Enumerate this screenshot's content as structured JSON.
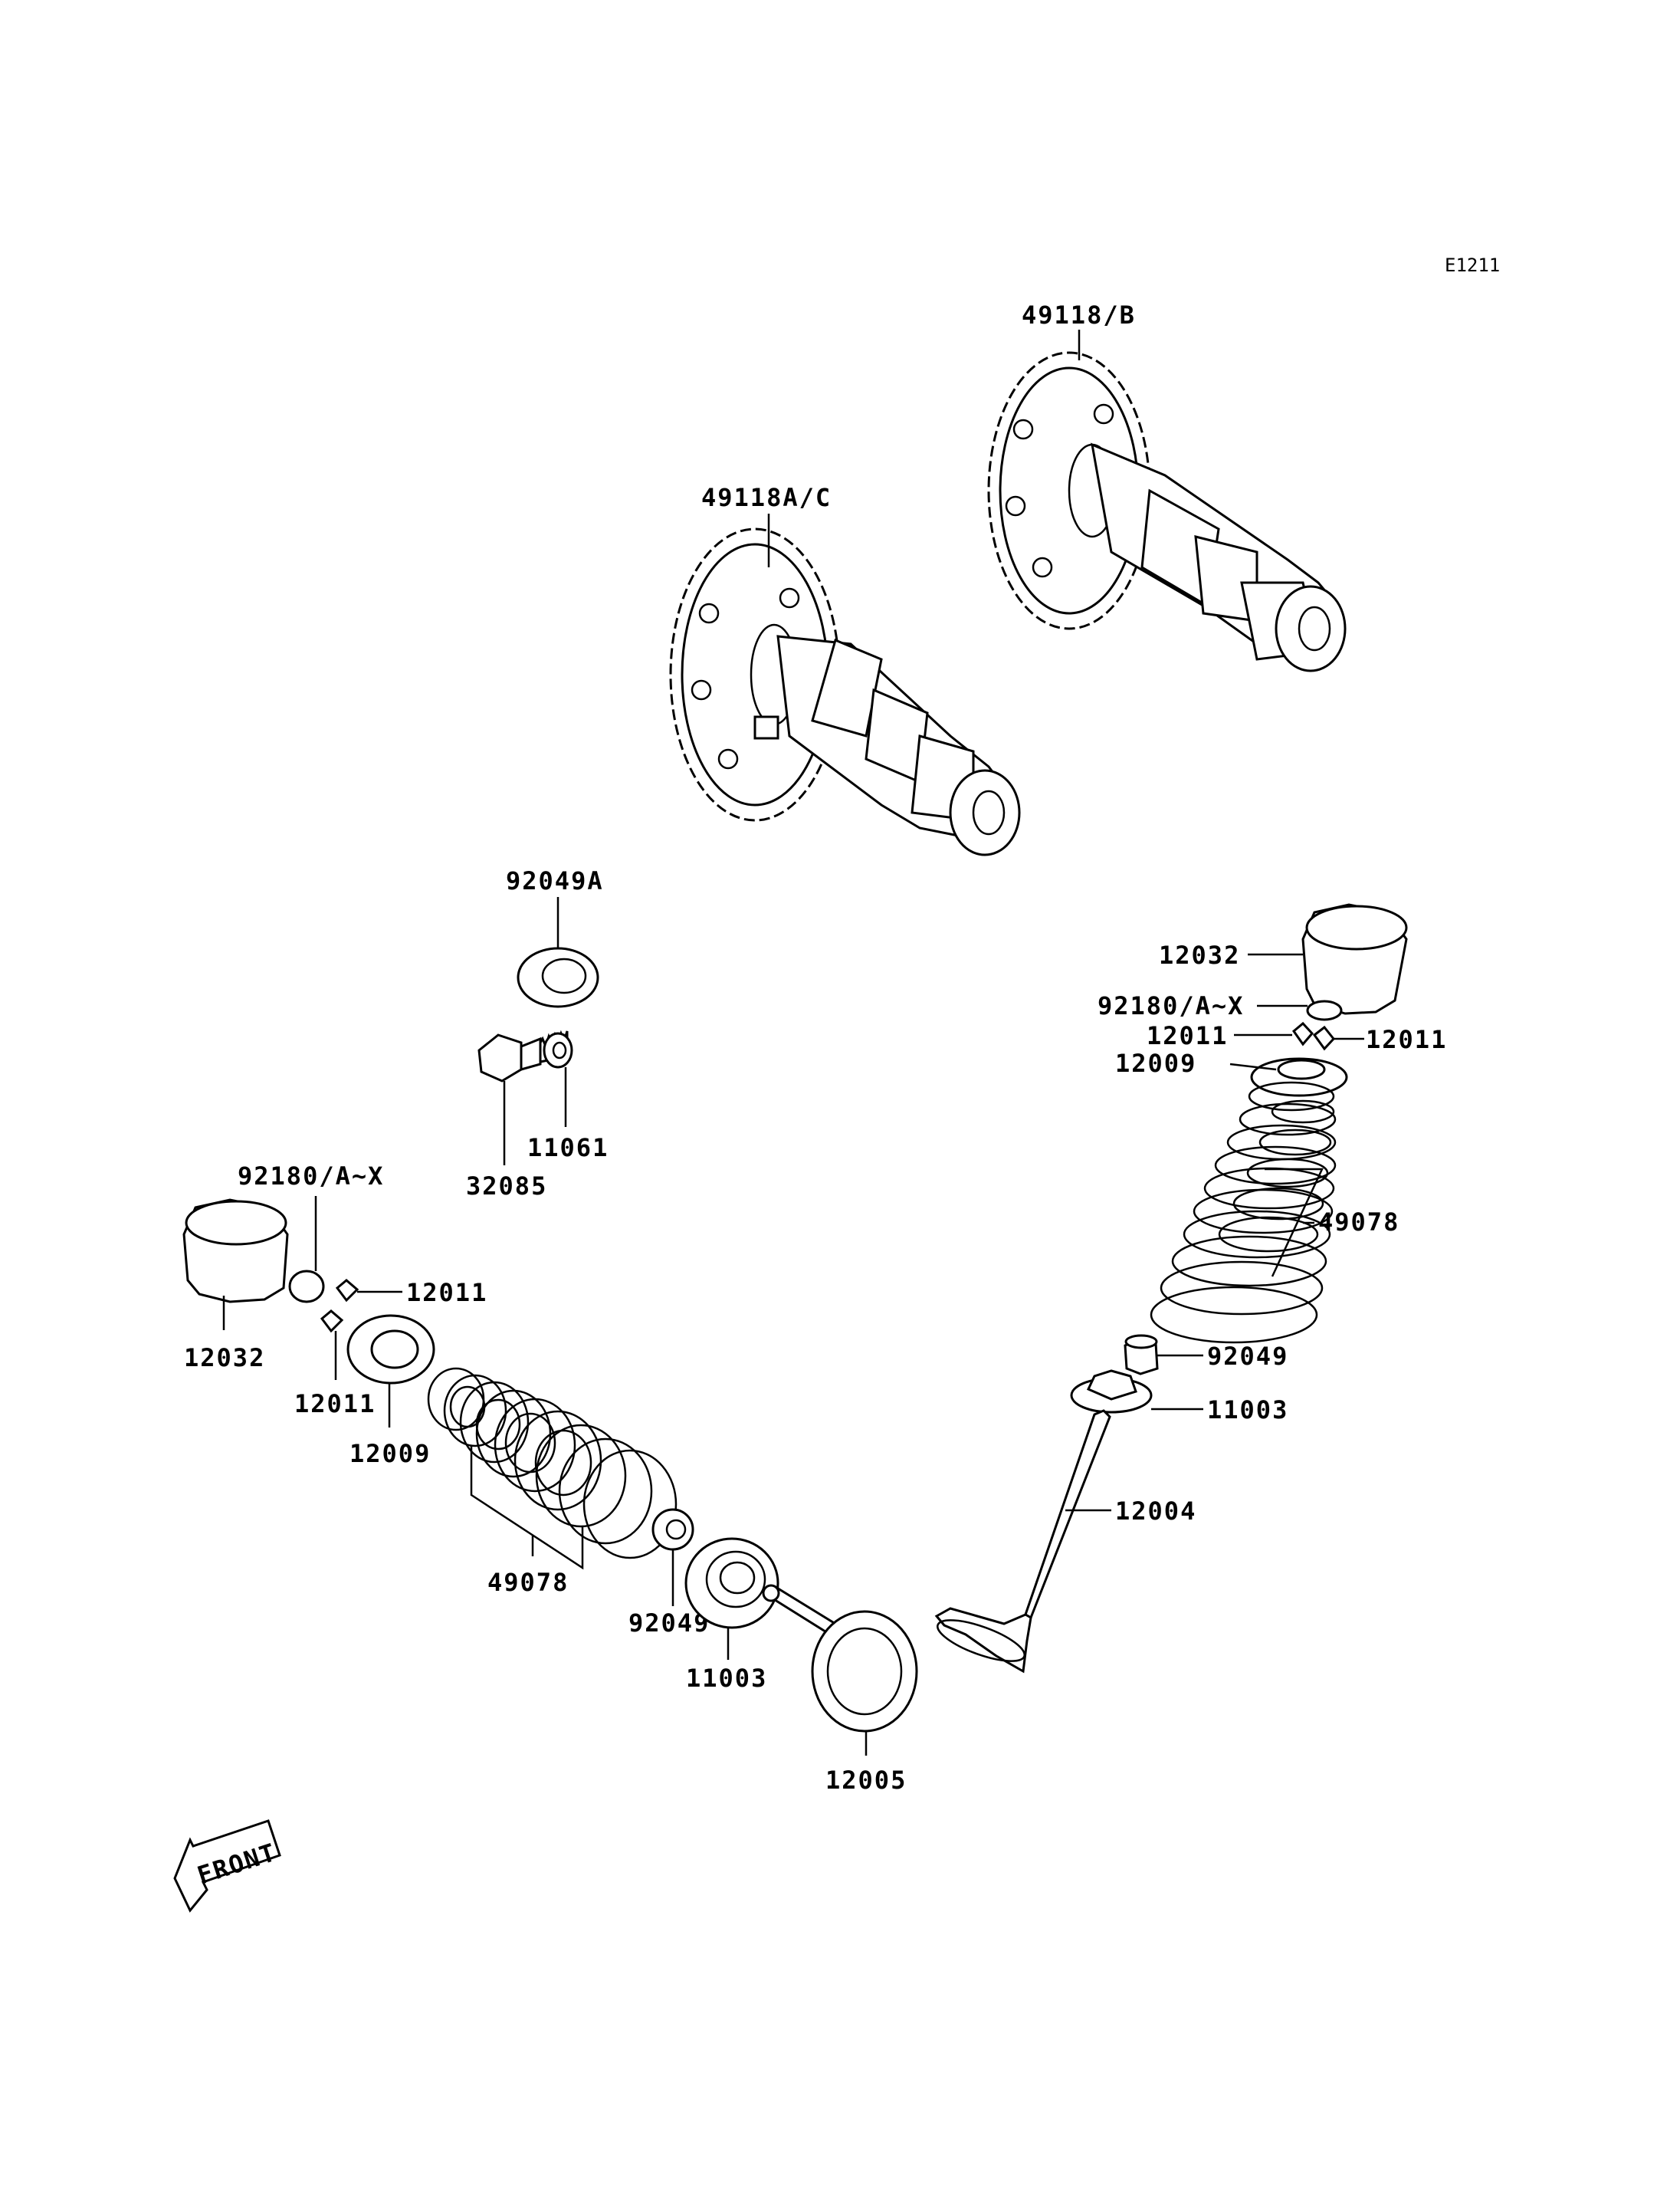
{
  "diagram_code": "E1211",
  "front_label": "FRONT",
  "labels": {
    "cam_b": "49118/B",
    "cam_ac": "49118A/C",
    "bearing": "92049A",
    "bolt": "32085",
    "washer": "11061",
    "r_tappet": "12032",
    "r_shim": "92180/A~X",
    "r_cotter_a": "12011",
    "r_cotter_b": "12011",
    "r_retainer": "12009",
    "r_spring": "49078",
    "r_seal": "92049",
    "r_seat": "11003",
    "r_valve": "12004",
    "l_shim": "92180/A~X",
    "l_cotter_a": "12011",
    "l_tappet": "12032",
    "l_cotter_b": "12011",
    "l_retainer": "12009",
    "l_spring": "49078",
    "l_seal": "92049",
    "l_seat": "11003",
    "l_valve": "12005"
  }
}
